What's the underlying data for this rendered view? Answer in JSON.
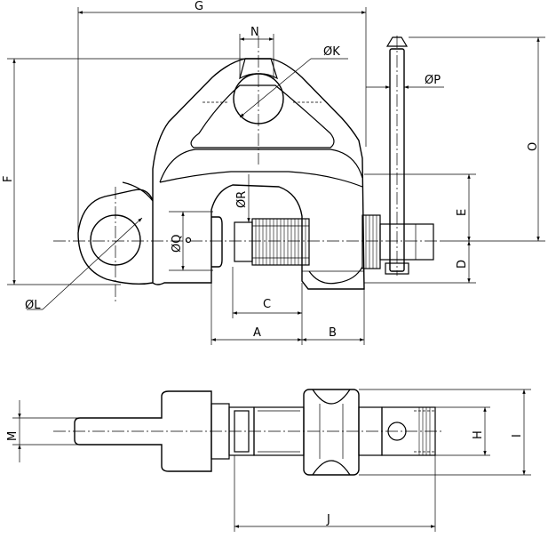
{
  "labels": {
    "G": "G",
    "N": "N",
    "K": "ØK",
    "P": "ØP",
    "O": "O",
    "F": "F",
    "R": "ØR",
    "E": "E",
    "Q": "ØQ",
    "D": "D",
    "L": "ØL",
    "C": "C",
    "A": "A",
    "B": "B",
    "M": "M",
    "H": "H",
    "I": "I",
    "J": "J"
  },
  "colors": {
    "line": "#000000",
    "background": "#ffffff"
  }
}
